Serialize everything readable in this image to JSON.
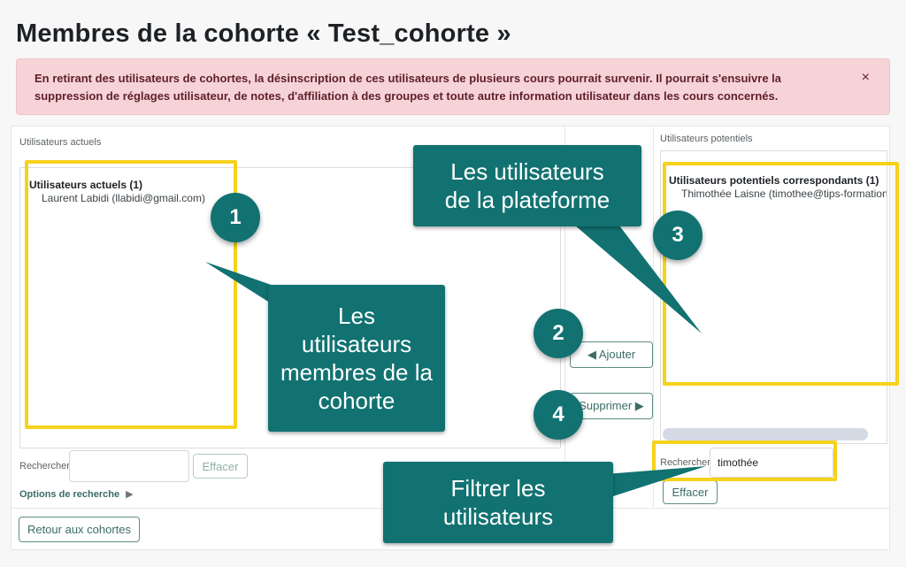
{
  "page": {
    "title": "Membres de la cohorte « Test_cohorte »"
  },
  "alert": {
    "text": "En retirant des utilisateurs de cohortes, la désinscription de ces utilisateurs de plusieurs cours pourrait survenir. Il pourrait s'ensuivre la suppression de réglages utilisateur, de notes, d'affiliation à des groupes et toute autre information utilisateur dans les cours concernés.",
    "close": "×"
  },
  "current": {
    "label": "Utilisateurs actuels",
    "group": "Utilisateurs actuels (1)",
    "users": [
      "Laurent Labidi (llabidi@gmail.com)"
    ],
    "search_label": "Rechercher",
    "search_value": "",
    "clear_button": "Effacer",
    "options_link": "Options de recherche"
  },
  "actions": {
    "add": "◀ Ajouter",
    "remove": "Supprimer ▶"
  },
  "potential": {
    "label": "Utilisateurs potentiels",
    "group": "Utilisateurs potentiels correspondants (1)",
    "users": [
      "Thimothée Laisne (timothee@tips-formation"
    ],
    "search_label": "Rechercher",
    "search_value": "timothée",
    "clear_button": "Effacer"
  },
  "footer": {
    "back_button": "Retour aux cohortes"
  },
  "annotations": {
    "callout_members": "Les utilisateurs membres de la cohorte",
    "callout_platform": "Les utilisateurs de la plateforme",
    "callout_filter": "Filtrer les utilisateurs",
    "badges": [
      "1",
      "2",
      "3",
      "4"
    ]
  },
  "colors": {
    "callout": "#117271",
    "highlight": "#f6d21c",
    "alert_bg": "#f6d3d7"
  }
}
